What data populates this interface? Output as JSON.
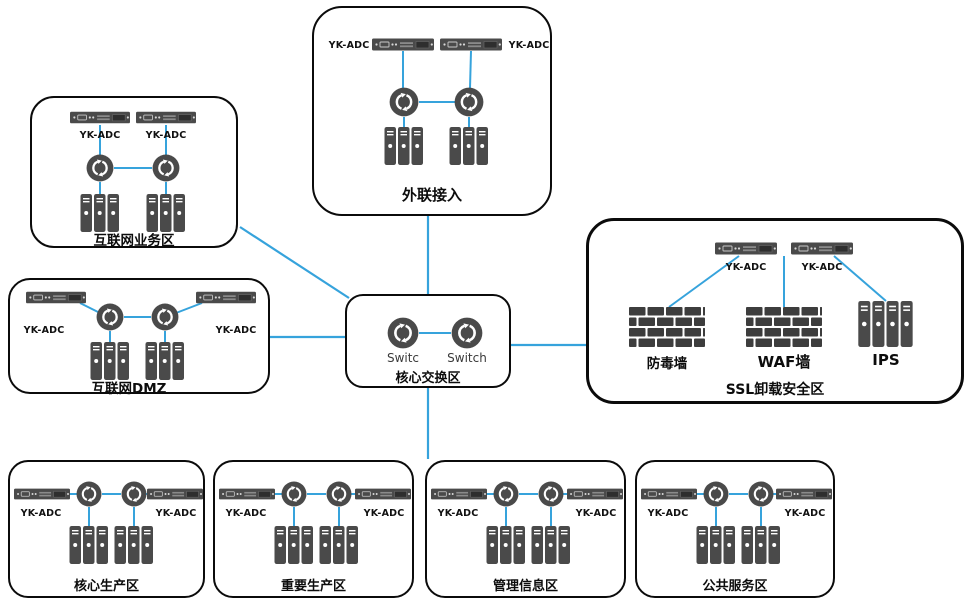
{
  "diagram": {
    "adc_label": "YK-ADC",
    "colors": {
      "line": "#36a3dc",
      "device": "#4a4a4a"
    },
    "zones": {
      "external_access": {
        "title": "外联接入"
      },
      "internet_business": {
        "title": "互联网业务区"
      },
      "internet_dmz": {
        "title": "互联网DMZ"
      },
      "core_switch": {
        "title": "核心交换区",
        "switch_left": "Switc",
        "switch_right": "Switch"
      },
      "ssl_offload": {
        "title": "SSL卸载安全区",
        "antivirus_wall": "防毒墙",
        "waf_wall": "WAF墙",
        "ips": "IPS"
      },
      "core_production": {
        "title": "核心生产区"
      },
      "important_production": {
        "title": "重要生产区"
      },
      "management_info": {
        "title": "管理信息区"
      },
      "public_service": {
        "title": "公共服务区"
      }
    }
  }
}
